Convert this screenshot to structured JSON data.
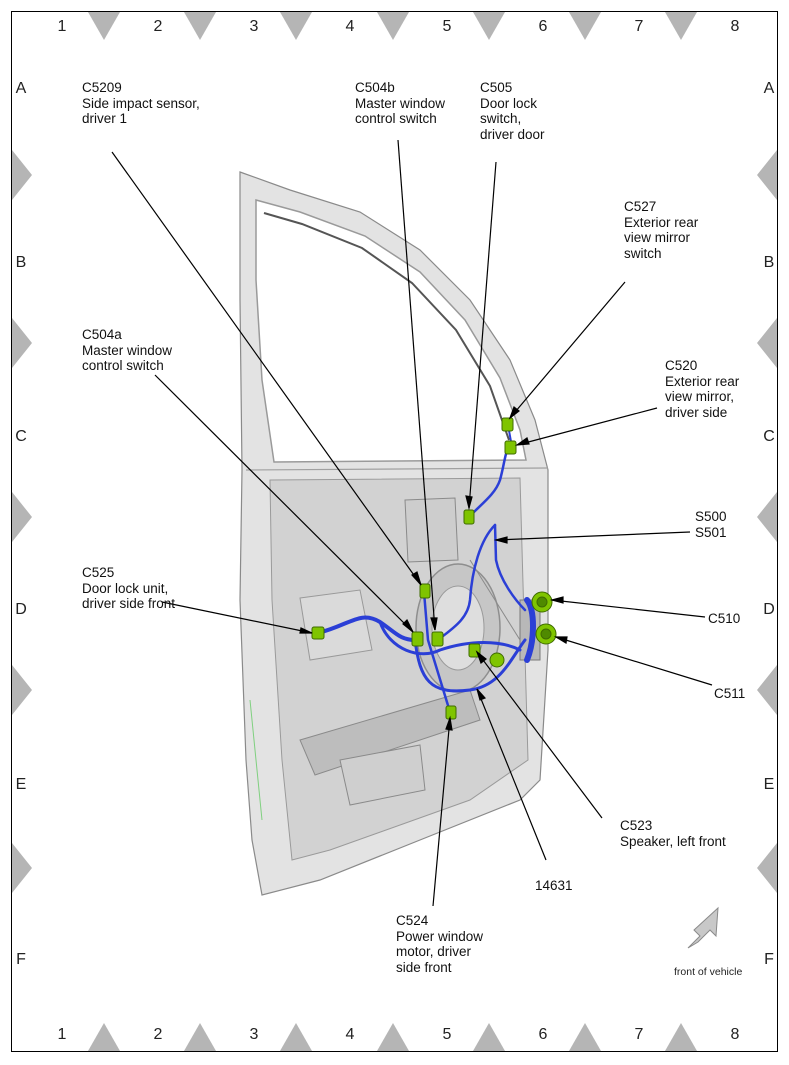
{
  "grid": {
    "columns": [
      "1",
      "2",
      "3",
      "4",
      "5",
      "6",
      "7",
      "8"
    ],
    "rows": [
      "A",
      "B",
      "C",
      "D",
      "E",
      "F"
    ]
  },
  "callouts": {
    "c5209": {
      "code": "C5209",
      "desc": "Side impact sensor,\ndriver 1"
    },
    "c504b": {
      "code": "C504b",
      "desc": "Master window\ncontrol switch"
    },
    "c505": {
      "code": "C505",
      "desc": "Door lock\nswitch,\ndriver door"
    },
    "c527": {
      "code": "C527",
      "desc": "Exterior rear\nview mirror\nswitch"
    },
    "c504a": {
      "code": "C504a",
      "desc": "Master window\ncontrol switch"
    },
    "c520": {
      "code": "C520",
      "desc": "Exterior rear\nview mirror,\ndriver side"
    },
    "s500": {
      "code": "S500",
      "desc": "S501"
    },
    "c525": {
      "code": "C525",
      "desc": "Door lock unit,\ndriver side front"
    },
    "c510": {
      "code": "C510",
      "desc": ""
    },
    "c511": {
      "code": "C511",
      "desc": ""
    },
    "c523": {
      "code": "C523",
      "desc": "Speaker, left front"
    },
    "n14631": {
      "code": "14631",
      "desc": ""
    },
    "c524": {
      "code": "C524",
      "desc": "Power window\nmotor, driver\nside front"
    }
  },
  "orientation": {
    "label": "front of vehicle",
    "icon": "direction-arrow-icon"
  },
  "colors": {
    "harness": "#2b3fd6",
    "connector": "#7fc400",
    "door": "#dcdcdc",
    "marker": "#b5b5b5"
  }
}
